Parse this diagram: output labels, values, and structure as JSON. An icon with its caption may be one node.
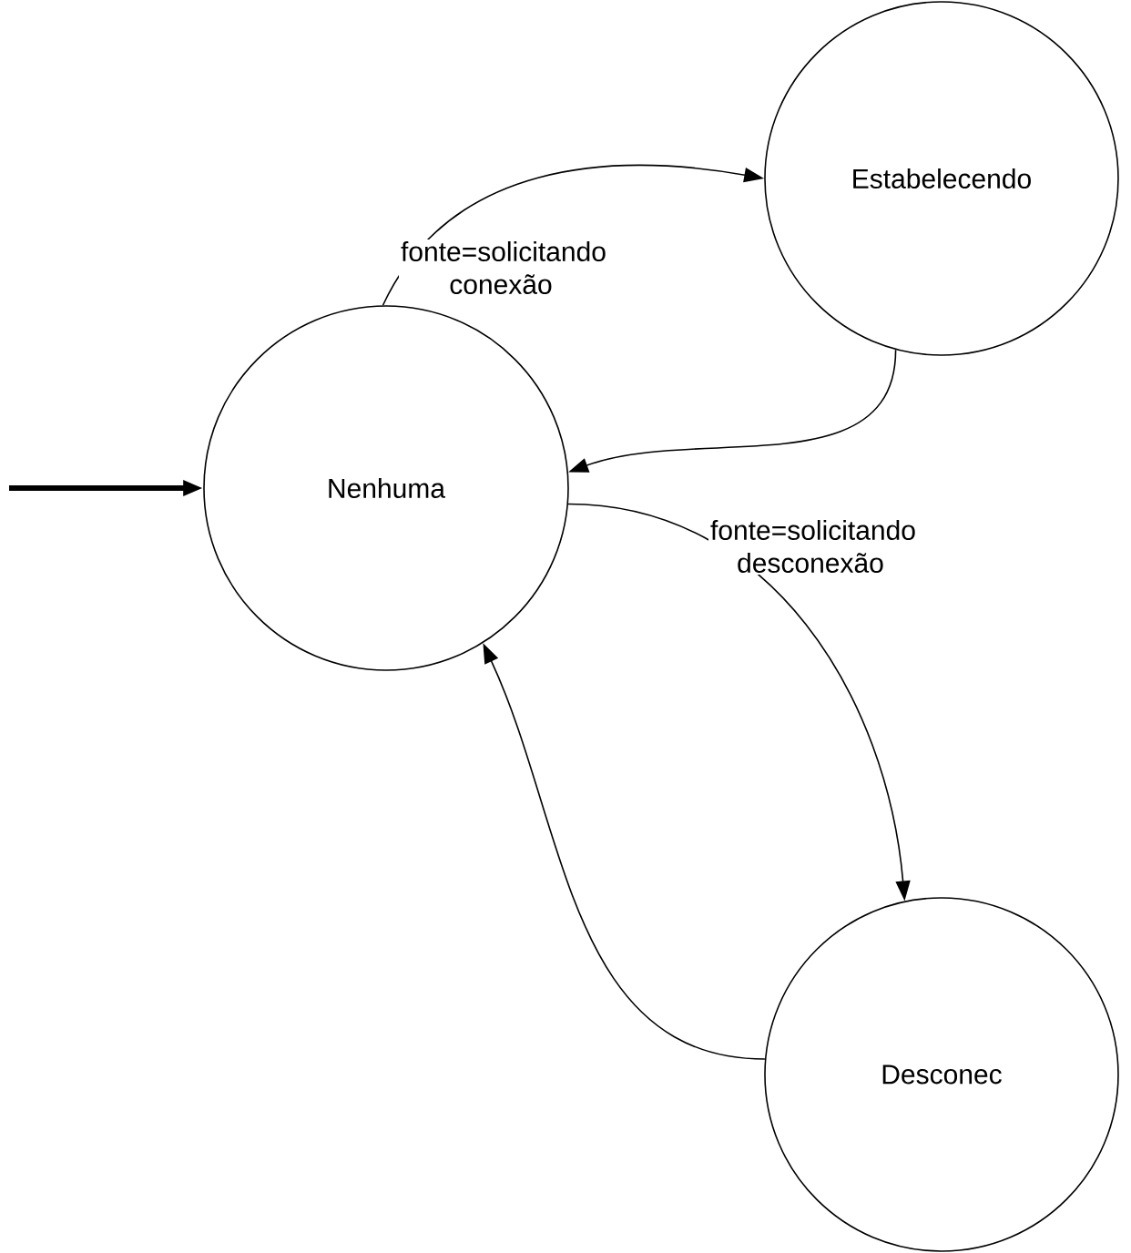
{
  "diagram": {
    "nodes": [
      {
        "text": [
          "Nenhuma"
        ]
      },
      {
        "text": [
          "Estabelecendo"
        ]
      },
      {
        "text": [
          "Desconec"
        ]
      }
    ],
    "edges": [
      {
        "from": null,
        "to": 0,
        "arrow": "to",
        "style": "thick"
      },
      {
        "from": 0,
        "to": 1,
        "arrow": "to",
        "label": "fonte=solicitando conexão"
      },
      {
        "from": 1,
        "to": 0,
        "arrow": "to"
      },
      {
        "from": 0,
        "to": 2,
        "arrow": "to",
        "label": "fonte=solicitando desconexão"
      },
      {
        "from": 2,
        "to": 0,
        "arrow": "to"
      }
    ]
  }
}
